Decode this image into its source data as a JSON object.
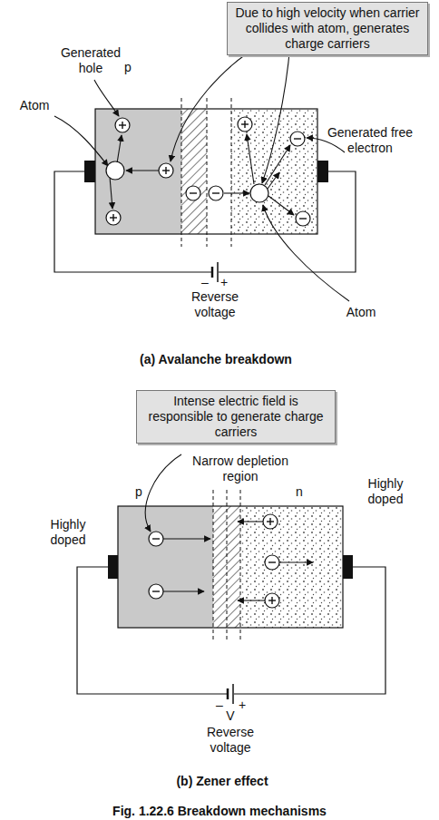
{
  "diagram": {
    "caption": "Fig. 1.22.6 Breakdown mechanisms",
    "nodes": [
      {
        "text": [
          "Due to high velocity when carrier collides with atom, generates charge carriers"
        ]
      },
      {
        "text": [
          "Intense electric field is responsible to generate charge carriers"
        ]
      }
    ],
    "labels": [
      "Generated hole",
      "p",
      "Atom",
      "Generated free electron",
      "–",
      "+",
      "Reverse voltage",
      "Atom",
      "(a) Avalanche breakdown",
      "Narrow depletion region",
      "p",
      "Highly doped",
      "n",
      "Highly doped",
      "–",
      "+",
      "V",
      "Reverse voltage",
      "(b) Zener effect"
    ]
  }
}
